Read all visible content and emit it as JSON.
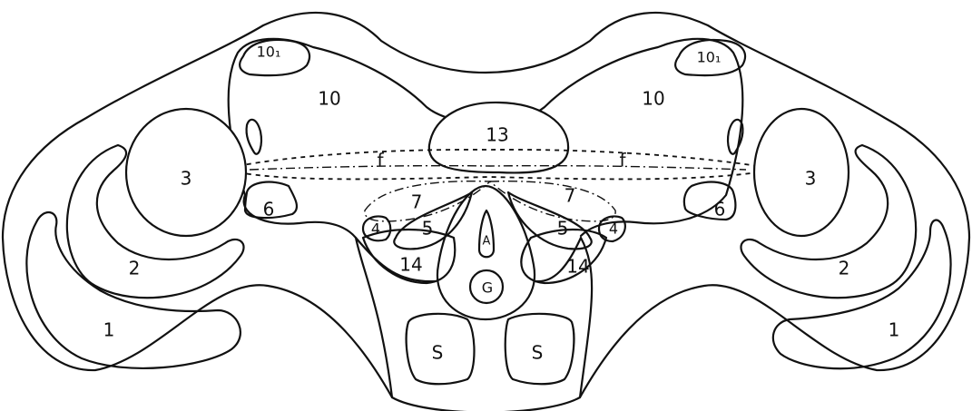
{
  "labels": {
    "region_1": "1",
    "region_2": "2",
    "region_3": "3",
    "region_4": "4",
    "region_5": "5",
    "region_6": "6",
    "region_7": "7",
    "region_10": "10",
    "region_10_1": "10₁",
    "region_13": "13",
    "region_14": "14",
    "fiber_f": "f",
    "region_s": "S",
    "region_a": "A",
    "region_g": "G"
  }
}
